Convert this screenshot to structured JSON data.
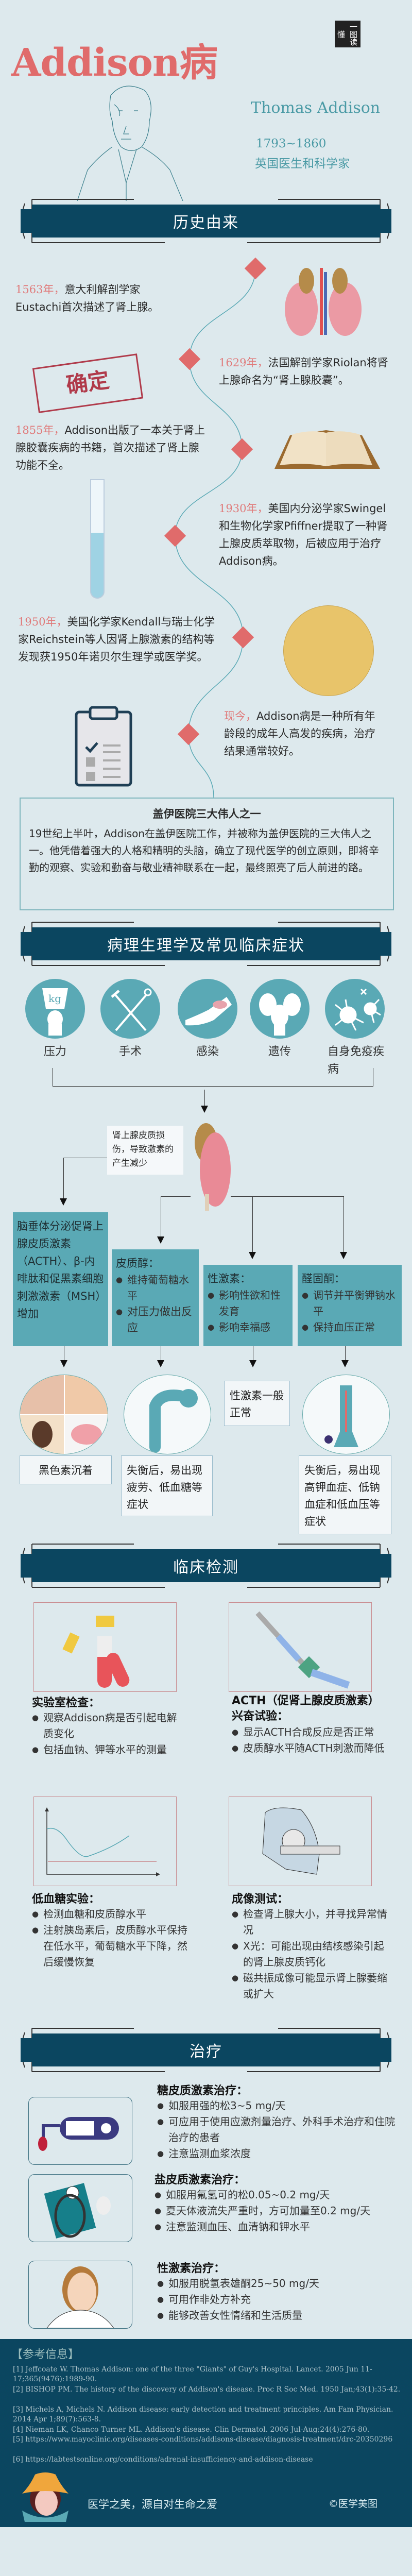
{
  "header": {
    "title": "Addison病",
    "logo_text": "一图读懂",
    "person_name": "Thomas Addison",
    "years": "1793~1860",
    "role": "英国医生和科学家"
  },
  "history": {
    "section_title": "历史由来",
    "stamp": "确定",
    "items": [
      {
        "year": "1563年，",
        "text": "意大利解剖学家Eustachi首次描述了肾上腺。"
      },
      {
        "year": "1629年，",
        "text": "法国解剖学家Riolan将肾上腺命名为“肾上腺胶囊”。"
      },
      {
        "year": "1855年，",
        "text": "Addison出版了一本关于肾上腺胶囊疾病的书籍，首次描述了肾上腺功能不全。"
      },
      {
        "year": "1930年，",
        "text": "美国内分泌学家Swingel和生物化学家Pfiffner提取了一种肾上腺皮质萃取物，后被应用于治疗Addison病。"
      },
      {
        "year": "1950年，",
        "text": "美国化学家Kendall与瑞士化学家Reichstein等人因肾上腺激素的结构等发现获1950年诺贝尔生理学或医学奖。"
      },
      {
        "year": "现今，",
        "text": "Addison病是一种所有年龄段的成年人高发的疾病，治疗结果通常较好。"
      }
    ],
    "guy_box": {
      "title": "盖伊医院三大伟人之一",
      "text": "19世纪上半叶，Addison在盖伊医院工作，并被称为盖伊医院的三大伟人之一。他凭借着强大的人格和精明的头脑，确立了现代医学的创立原则，即将辛勤的观察、实验和勤奋与敬业精神联系在一起，最终照亮了后人前进的路。"
    }
  },
  "patho": {
    "section_title": "病理生理学及常见临床症状",
    "causes": [
      "压力",
      "手术",
      "感染",
      "遗传",
      "自身免疫疾病"
    ],
    "adrenal_label": "肾上腺皮质损伤，导致激素的产生减少",
    "boxes": {
      "pituitary": "脑垂体分泌促肾上腺皮质激素（ACTH）、β-内啡肽和促黑素细胞刺激激素（MSH）增加",
      "cortisol": {
        "title": "皮质醇：",
        "items": [
          "维持葡萄糖水平",
          "对压力做出反应"
        ]
      },
      "sex": {
        "title": "性激素：",
        "items": [
          "影响性欲和性发育",
          "影响幸福感"
        ]
      },
      "aldosterone": {
        "title": "醛固酮：",
        "items": [
          "调节并平衡钾钠水平",
          "保持血压正常"
        ]
      }
    },
    "results": [
      "黑色素沉着",
      "失衡后，易出现疲劳、低血糖等症状",
      "性激素一般正常",
      "失衡后，易出现高钾血症、低钠血症和低血压等症状"
    ]
  },
  "tests": {
    "section_title": "临床检测",
    "lab": {
      "title": "实验室检查：",
      "items": [
        "观察Addison病是否引起电解质变化",
        "包括血钠、钾等水平的测量"
      ]
    },
    "acth": {
      "title": "ACTH（促肾上腺皮质激素）兴奋试验：",
      "items": [
        "显示ACTH合成反应是否正常",
        "皮质醇水平随ACTH刺激而降低"
      ]
    },
    "hypo": {
      "title": "低血糖实验：",
      "items": [
        "检测血糖和皮质醇水平",
        "注射胰岛素后，皮质醇水平保持在低水平，葡萄糖水平下降，然后缓慢恢复"
      ]
    },
    "imaging": {
      "title": "成像测试：",
      "items": [
        "检查肾上腺大小，并寻找异常情况",
        "X光：可能出现由结核感染引起的肾上腺皮质钙化",
        "磁共振成像可能显示肾上腺萎缩或扩大"
      ]
    }
  },
  "treatment": {
    "section_title": "治疗",
    "gluco": {
      "title": "糖皮质激素治疗：",
      "items": [
        "如服用强的松3~5 mg/天",
        "可应用于使用应激剂量治疗、外科手术治疗和住院治疗的患者",
        "注意监测血浆浓度"
      ]
    },
    "mineral": {
      "title": "盐皮质激素治疗：",
      "items": [
        "如服用氟氢可的松0.05~0.2 mg/天",
        "夏天体液流失严重时，方可加量至0.2 mg/天",
        "注意监测血压、血清钠和钾水平"
      ]
    },
    "sexh": {
      "title": "性激素治疗：",
      "items": [
        "如服用脱氢表雄酮25~50 mg/天",
        "可用作非处方补充",
        "能够改善女性情绪和生活质量"
      ]
    }
  },
  "footer": {
    "refs_title": "【参考信息】",
    "refs": [
      "[1] Jeffcoate W. Thomas Addison: one of the three \"Giants\" of Guy's Hospital. Lancet. 2005 Jun 11-17;365(9476):1989-90.",
      "[2] BISHOP PM. The history of the discovery of Addison's disease. Proc R Soc Med. 1950 Jan;43(1):35-42.",
      "[3] Michels A, Michels N. Addison disease: early detection and treatment principles. Am Fam Physician. 2014 Apr 1;89(7):563-8.",
      "[4] Nieman LK, Chanco Turner ML. Addison's disease. Clin Dermatol. 2006 Jul-Aug;24(4):276-80.",
      "[5] https://www.mayoclinic.org/diseases-conditions/addisons-disease/diagnosis-treatment/drc-20350296",
      "[6] https://labtestsonline.org/conditions/adrenal-insufficiency-and-addison-disease"
    ],
    "slogan": "医学之美，源自对生命之爱",
    "copyright": "©医学美图"
  },
  "colors": {
    "background": "#dde9ed",
    "accent": "#e06b6b",
    "teal": "#5aa9b5",
    "navy": "#0b4660"
  }
}
